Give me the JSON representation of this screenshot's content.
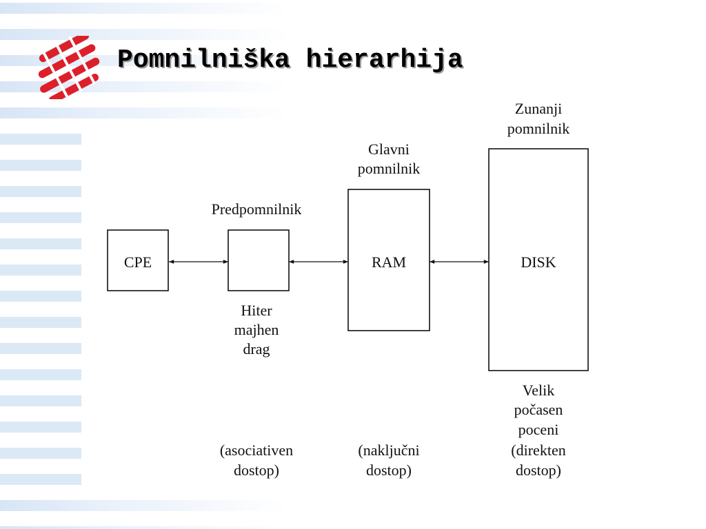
{
  "slide": {
    "title": "Pomnilniška hierarhija",
    "accent_color": "#dd1f2a",
    "stripe_color": "#dbe8f6"
  },
  "icons": {
    "logo": "red-stripes-logo",
    "arrow": "double-headed-arrow"
  },
  "diagram": {
    "cpe": {
      "label": "CPE"
    },
    "cache": {
      "heading": [
        "Predpomnilnik"
      ],
      "traits": [
        "Hiter",
        "majhen",
        "drag"
      ],
      "access": [
        "(asociativen",
        "dostop)"
      ]
    },
    "ram": {
      "label": "RAM",
      "heading": [
        "Glavni",
        "pomnilnik"
      ],
      "access": [
        "(naključni",
        "dostop)"
      ]
    },
    "disk": {
      "label": "DISK",
      "heading": [
        "Zunanji",
        "pomnilnik"
      ],
      "traits": [
        "Velik",
        "počasen",
        "poceni"
      ],
      "access": [
        "(direkten",
        "dostop)"
      ]
    }
  }
}
